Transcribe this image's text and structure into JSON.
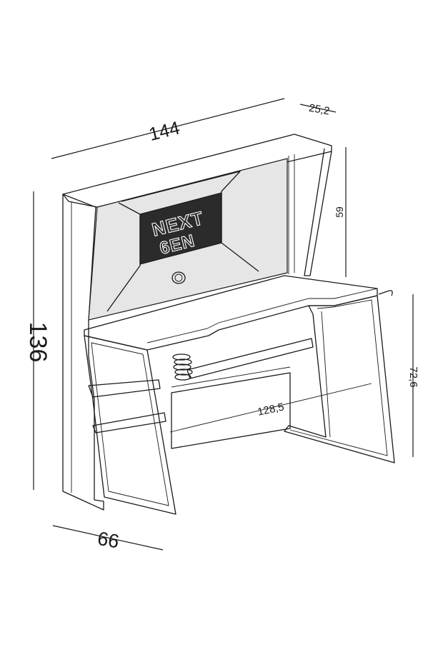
{
  "dimensions": {
    "width": "144",
    "depth_top": "25,2",
    "height_total": "136",
    "hutch_height": "59",
    "desk_height": "72,6",
    "inner_width": "128,5",
    "depth": "66"
  },
  "logo": {
    "line1": "NEXT",
    "line2": "6EN"
  }
}
